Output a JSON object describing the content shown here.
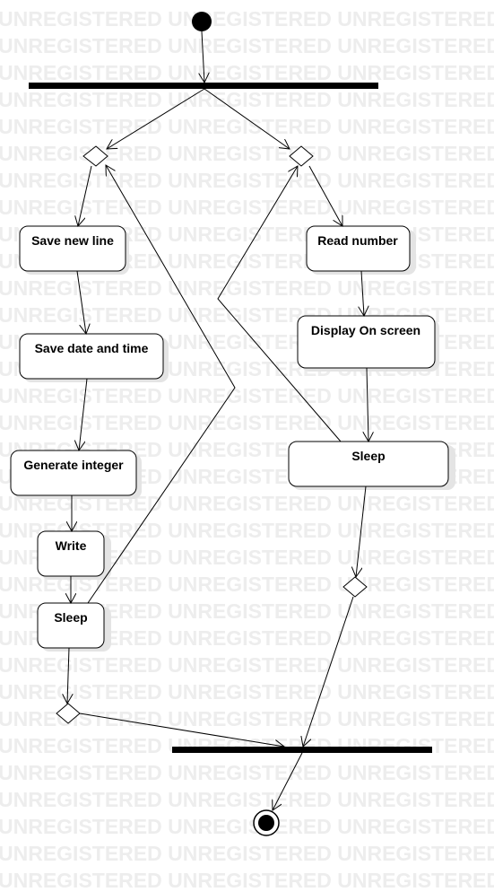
{
  "watermark": {
    "text": "UNREGISTERED UNREGISTERED UNREGISTERED",
    "rows": 33
  },
  "colors": {
    "stroke": "#000000",
    "node_fill": "#ffffff",
    "shadow": "#e4e4e4",
    "watermark": "#ededed"
  },
  "diagram": {
    "left_branch": {
      "save_new_line": "Save new line",
      "save_date_time": "Save date and time",
      "generate_integer": "Generate integer",
      "write": "Write",
      "sleep": "Sleep"
    },
    "right_branch": {
      "read_number": "Read number",
      "display_on_screen": "Display On screen",
      "sleep": "Sleep"
    }
  }
}
